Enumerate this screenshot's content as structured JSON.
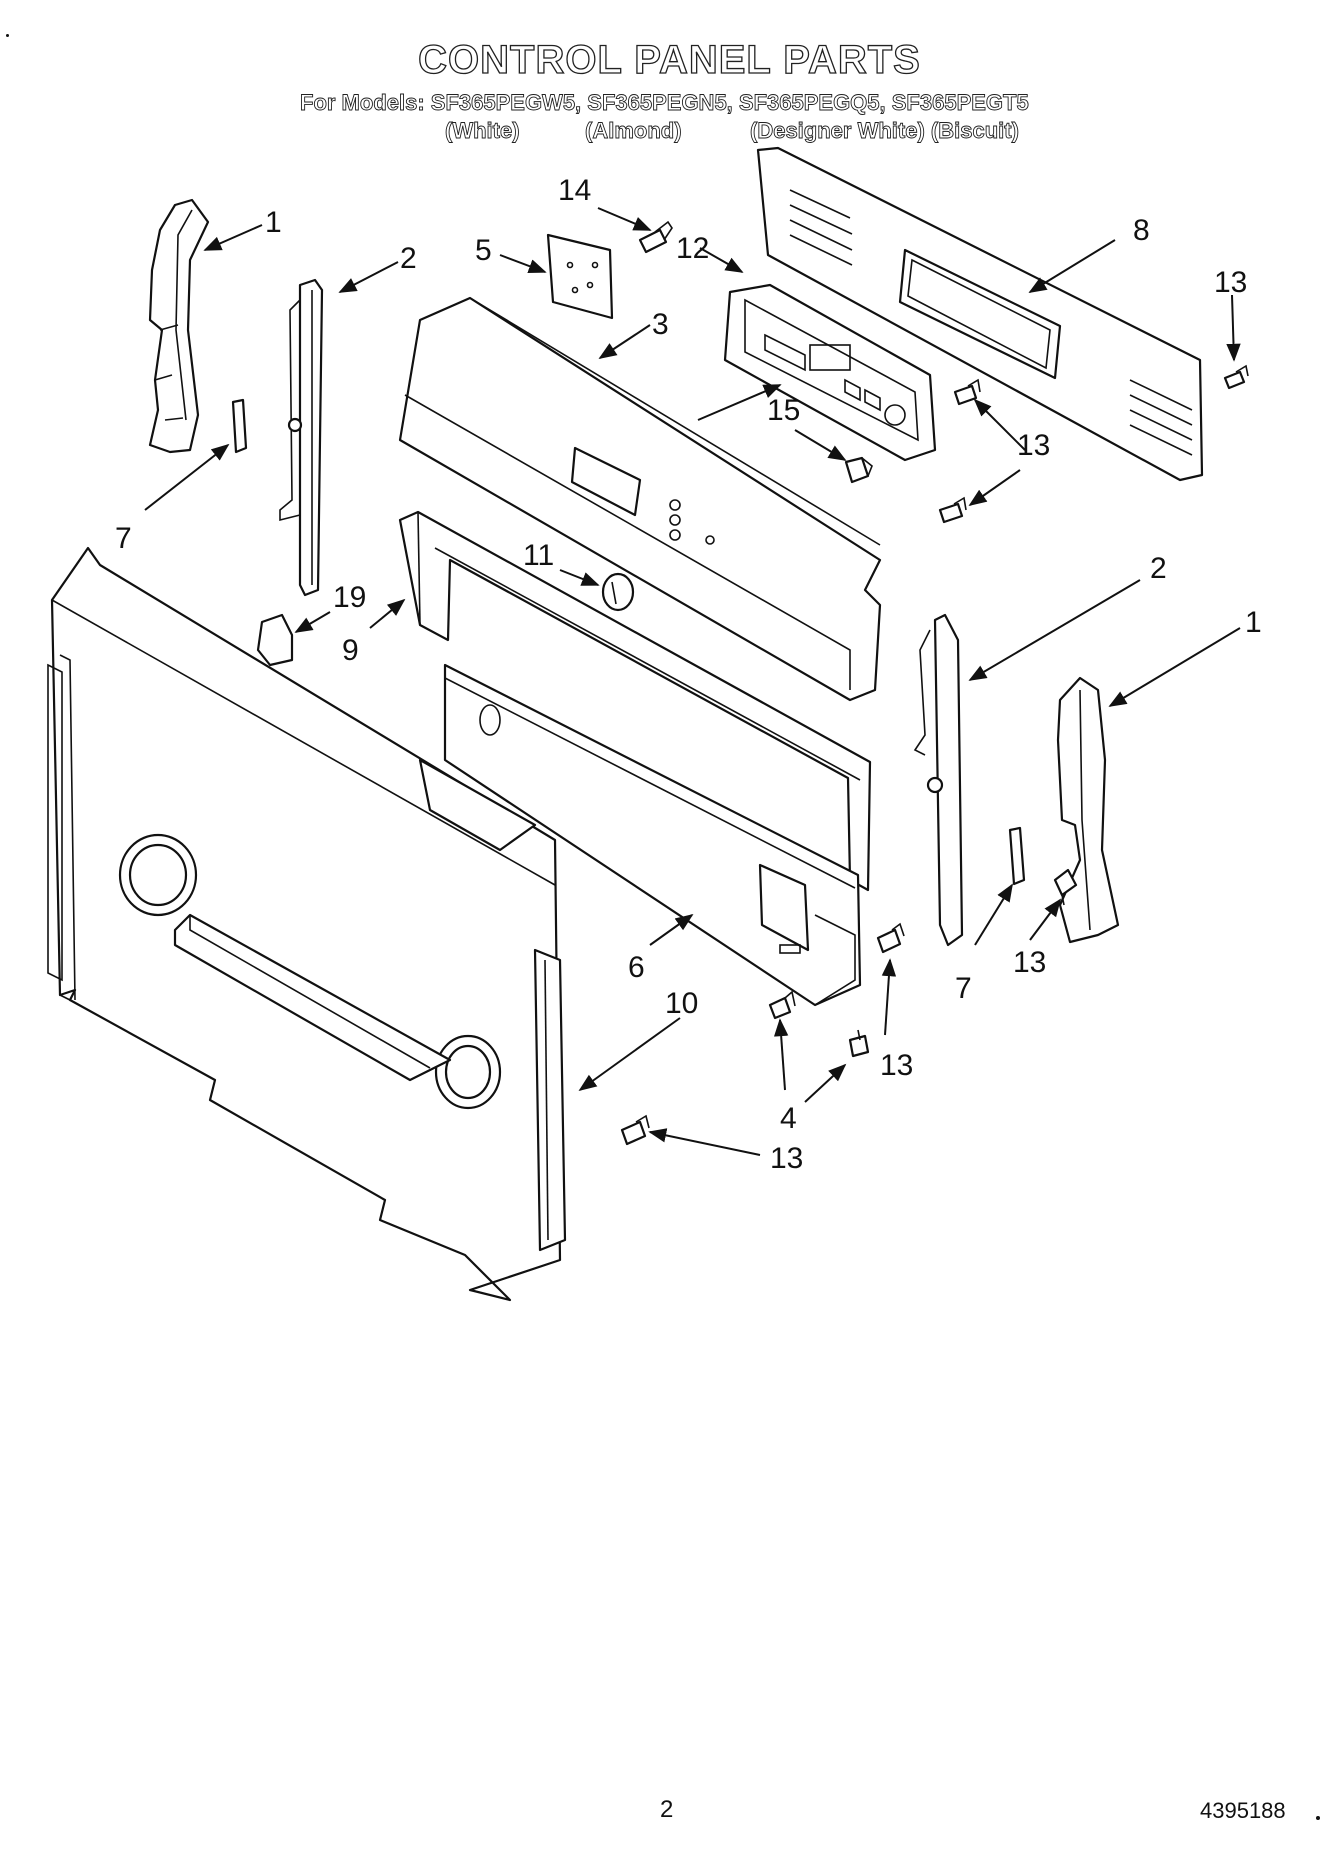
{
  "header": {
    "title": "CONTROL PANEL PARTS",
    "models_line": "For Models: SF365PEGW5, SF365PEGN5, SF365PEGQ5, SF365PEGT5",
    "colors": [
      "(White)",
      "(Almond)",
      "(Designer White) (Biscuit)"
    ]
  },
  "callouts": [
    {
      "id": "c1a",
      "label": "1"
    },
    {
      "id": "c2a",
      "label": "2"
    },
    {
      "id": "c14",
      "label": "14"
    },
    {
      "id": "c5",
      "label": "5"
    },
    {
      "id": "c12",
      "label": "12"
    },
    {
      "id": "c3",
      "label": "3"
    },
    {
      "id": "c8",
      "label": "8"
    },
    {
      "id": "c13a",
      "label": "13"
    },
    {
      "id": "c15",
      "label": "15"
    },
    {
      "id": "c13b",
      "label": "13"
    },
    {
      "id": "c7a",
      "label": "7"
    },
    {
      "id": "c11",
      "label": "11"
    },
    {
      "id": "c2b",
      "label": "2"
    },
    {
      "id": "c1b",
      "label": "1"
    },
    {
      "id": "c19",
      "label": "19"
    },
    {
      "id": "c9",
      "label": "9"
    },
    {
      "id": "c6",
      "label": "6"
    },
    {
      "id": "c7b",
      "label": "7"
    },
    {
      "id": "c13c",
      "label": "13"
    },
    {
      "id": "c10",
      "label": "10"
    },
    {
      "id": "c13d",
      "label": "13"
    },
    {
      "id": "c4",
      "label": "4"
    },
    {
      "id": "c13e",
      "label": "13"
    }
  ],
  "footer": {
    "page_number": "2",
    "document_number": "4395188"
  }
}
